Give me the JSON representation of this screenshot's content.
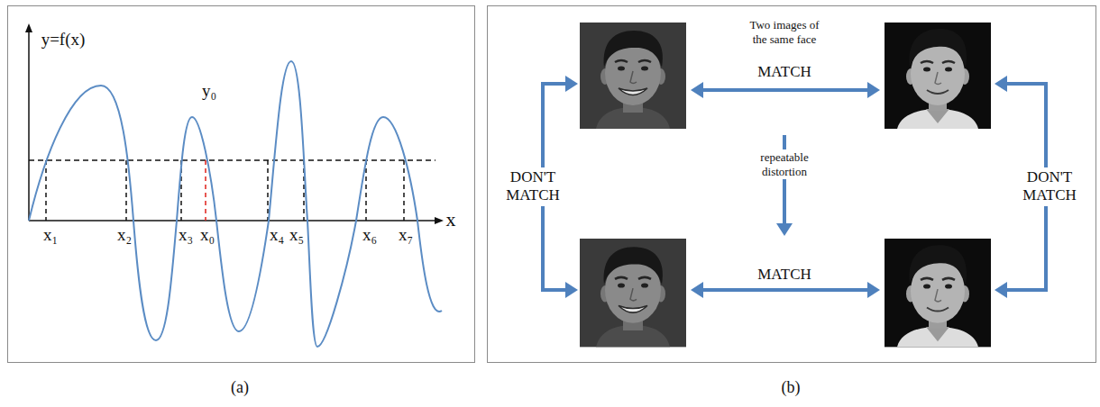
{
  "diagram": {
    "labels": [
      "y=f(x)",
      "y₀",
      "x",
      "x₁",
      "x₂",
      "x₃",
      "x₀",
      "x₄",
      "x₅",
      "x₆",
      "x₇",
      "Two images of the same face",
      "MATCH",
      "repeatable distortion",
      "MATCH",
      "DON'T MATCH",
      "DON'T MATCH",
      "(a)",
      "(b)"
    ]
  }
}
